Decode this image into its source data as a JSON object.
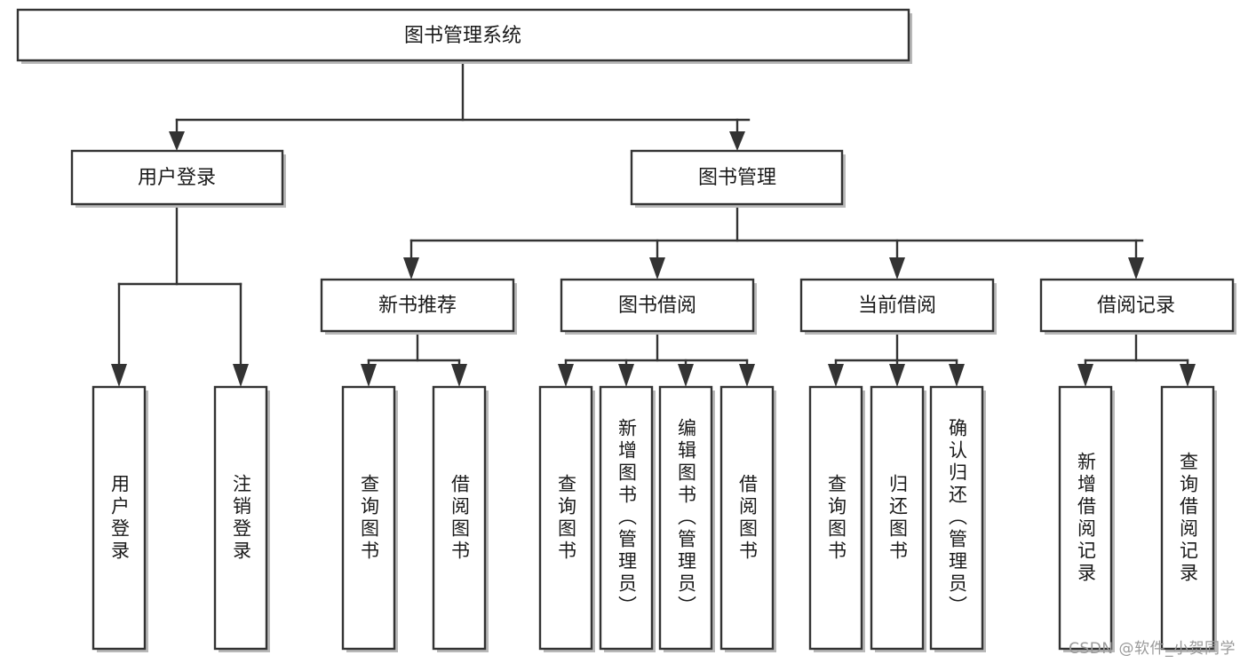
{
  "diagram": {
    "type": "tree-hierarchy",
    "title": "图书管理系统",
    "watermark": "CSDN @软件_小贺同学",
    "colors": {
      "box_stroke": "#333333",
      "box_fill": "#ffffff",
      "text": "#1a1a1a",
      "shadow": "#b9b9b9",
      "watermark": "#9a9a9a",
      "background": "#ffffff"
    },
    "levels": [
      {
        "level": 1,
        "nodes": [
          {
            "id": "root",
            "label": "图书管理系统",
            "orientation": "horizontal"
          }
        ]
      },
      {
        "level": 2,
        "nodes": [
          {
            "id": "user-login",
            "label": "用户登录",
            "orientation": "horizontal",
            "parent": "root"
          },
          {
            "id": "book-manage",
            "label": "图书管理",
            "orientation": "horizontal",
            "parent": "root"
          }
        ]
      },
      {
        "level": 3,
        "nodes": [
          {
            "id": "new-book-rec",
            "label": "新书推荐",
            "orientation": "horizontal",
            "parent": "book-manage"
          },
          {
            "id": "book-borrow",
            "label": "图书借阅",
            "orientation": "horizontal",
            "parent": "book-manage"
          },
          {
            "id": "current-borrow",
            "label": "当前借阅",
            "orientation": "horizontal",
            "parent": "book-manage"
          },
          {
            "id": "borrow-record",
            "label": "借阅记录",
            "orientation": "horizontal",
            "parent": "book-manage"
          }
        ]
      },
      {
        "level": 4,
        "nodes": [
          {
            "id": "leaf-user-login",
            "label": "用户登录",
            "orientation": "vertical",
            "parent": "user-login"
          },
          {
            "id": "leaf-logout",
            "label": "注销登录",
            "orientation": "vertical",
            "parent": "user-login"
          },
          {
            "id": "leaf-query-book-1",
            "label": "查询图书",
            "orientation": "vertical",
            "parent": "new-book-rec"
          },
          {
            "id": "leaf-borrow-book-1",
            "label": "借阅图书",
            "orientation": "vertical",
            "parent": "new-book-rec"
          },
          {
            "id": "leaf-query-book-2",
            "label": "查询图书",
            "orientation": "vertical",
            "parent": "book-borrow"
          },
          {
            "id": "leaf-add-book",
            "label": "新增图书（管理员）",
            "orientation": "vertical",
            "parent": "book-borrow"
          },
          {
            "id": "leaf-edit-book",
            "label": "编辑图书（管理员）",
            "orientation": "vertical",
            "parent": "book-borrow"
          },
          {
            "id": "leaf-borrow-book-2",
            "label": "借阅图书",
            "orientation": "vertical",
            "parent": "book-borrow"
          },
          {
            "id": "leaf-query-book-3",
            "label": "查询图书",
            "orientation": "vertical",
            "parent": "current-borrow"
          },
          {
            "id": "leaf-return-book",
            "label": "归还图书",
            "orientation": "vertical",
            "parent": "current-borrow"
          },
          {
            "id": "leaf-confirm-return",
            "label": "确认归还（管理员）",
            "orientation": "vertical",
            "parent": "current-borrow"
          },
          {
            "id": "leaf-add-record",
            "label": "新增借阅记录",
            "orientation": "vertical",
            "parent": "borrow-record"
          },
          {
            "id": "leaf-query-record",
            "label": "查询借阅记录",
            "orientation": "vertical",
            "parent": "borrow-record"
          }
        ]
      }
    ]
  }
}
